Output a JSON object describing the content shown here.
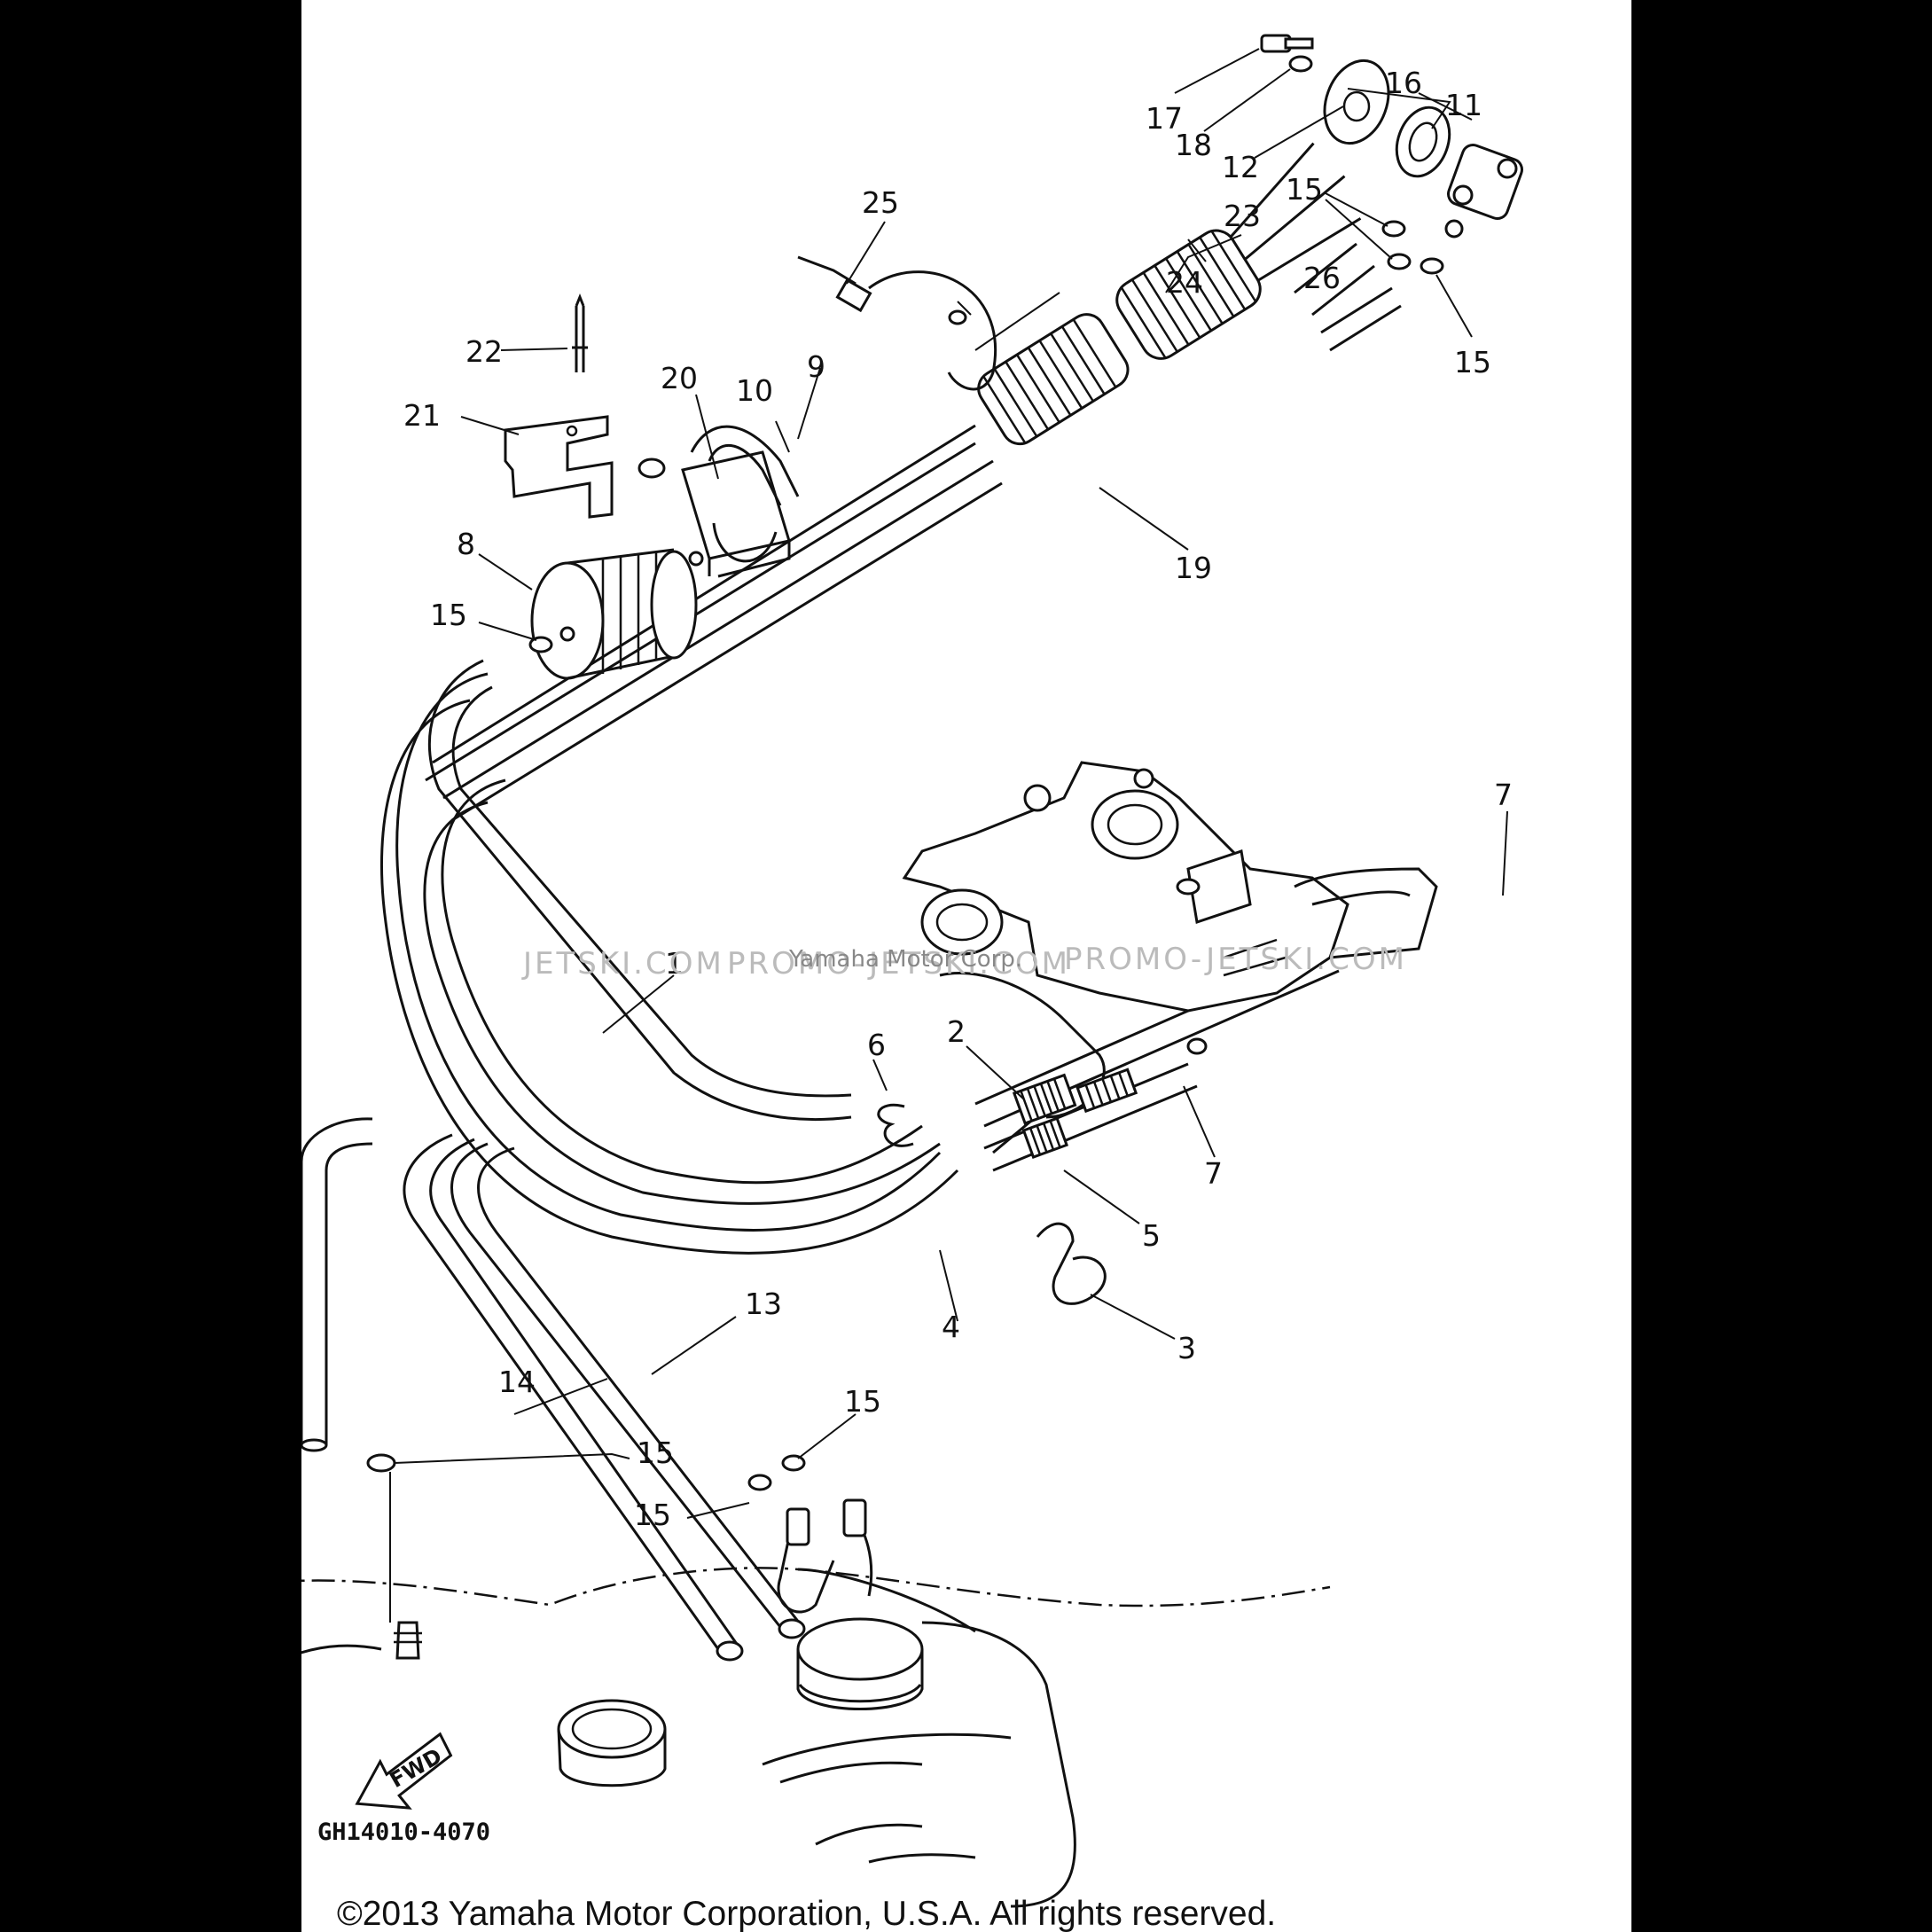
{
  "diagram": {
    "callouts": [
      {
        "id": "c17",
        "label": "17"
      },
      {
        "id": "c18",
        "label": "18"
      },
      {
        "id": "c12",
        "label": "12"
      },
      {
        "id": "c16",
        "label": "16"
      },
      {
        "id": "c11",
        "label": "11"
      },
      {
        "id": "c15a",
        "label": "15"
      },
      {
        "id": "c15b",
        "label": "15"
      },
      {
        "id": "c25",
        "label": "25"
      },
      {
        "id": "c23",
        "label": "23"
      },
      {
        "id": "c24",
        "label": "24"
      },
      {
        "id": "c26",
        "label": "26"
      },
      {
        "id": "c22",
        "label": "22"
      },
      {
        "id": "c21",
        "label": "21"
      },
      {
        "id": "c20",
        "label": "20"
      },
      {
        "id": "c10",
        "label": "10"
      },
      {
        "id": "c9",
        "label": "9"
      },
      {
        "id": "c8",
        "label": "8"
      },
      {
        "id": "c15c",
        "label": "15"
      },
      {
        "id": "c19",
        "label": "19"
      },
      {
        "id": "c7a",
        "label": "7"
      },
      {
        "id": "c1",
        "label": "1"
      },
      {
        "id": "c6",
        "label": "6"
      },
      {
        "id": "c2",
        "label": "2"
      },
      {
        "id": "c7b",
        "label": "7"
      },
      {
        "id": "c5",
        "label": "5"
      },
      {
        "id": "c4",
        "label": "4"
      },
      {
        "id": "c3",
        "label": "3"
      },
      {
        "id": "c13",
        "label": "13"
      },
      {
        "id": "c14",
        "label": "14"
      },
      {
        "id": "c15d",
        "label": "15"
      },
      {
        "id": "c15e",
        "label": "15"
      },
      {
        "id": "c15f",
        "label": "15"
      }
    ],
    "fwd_label": "FWD",
    "drawing_code": "GH14010-4070"
  },
  "watermarks": {
    "left": "JETSKI.COM",
    "middle": "PROMO-JETSKI.COM",
    "right": "PROMO-JETSKI.COM",
    "overlay": "Yamaha Motor Corp."
  },
  "copyright": "©2013 Yamaha Motor Corporation, U.S.A. All rights reserved."
}
